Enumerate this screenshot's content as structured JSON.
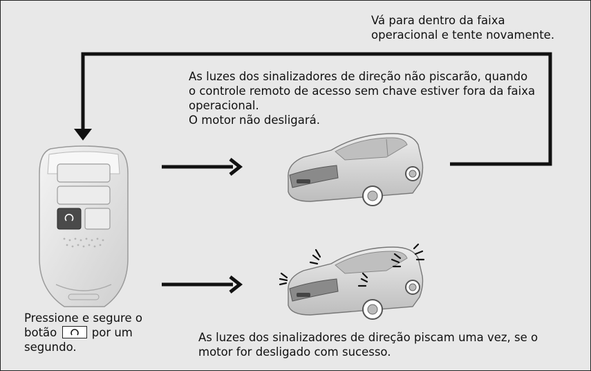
{
  "retry_text": {
    "line1": "Vá para dentro da faixa",
    "line2": "operacional e tente novamente."
  },
  "no_flash_text": {
    "line1": "As luzes dos sinalizadores de direção não piscarão, quando",
    "line2": "o controle remoto de acesso sem chave estiver fora da faixa",
    "line3": "operacional.",
    "line4": "O motor não desligará."
  },
  "flash_text": {
    "line1": "As luzes dos sinalizadores de direção piscam uma vez, se o",
    "line2": "motor for desligado com sucesso."
  },
  "instruction_text": {
    "line1": "Pressione e segure o",
    "line2_before": "botão",
    "line2_after": "por um",
    "line3": "segundo."
  },
  "icons": {
    "fob": "smart-key-fob-icon",
    "engine_button": "engine-stop-button-icon",
    "arrow": "right-arrow-icon",
    "car": "car-icon",
    "flash": "turn-signal-flash-icon"
  },
  "colors": {
    "background": "#e8e8e8",
    "line": "#111111",
    "fob_body": "#e3e3e3",
    "engine_button_face": "#4a4a4a",
    "car_body": "#d4d4d4"
  }
}
